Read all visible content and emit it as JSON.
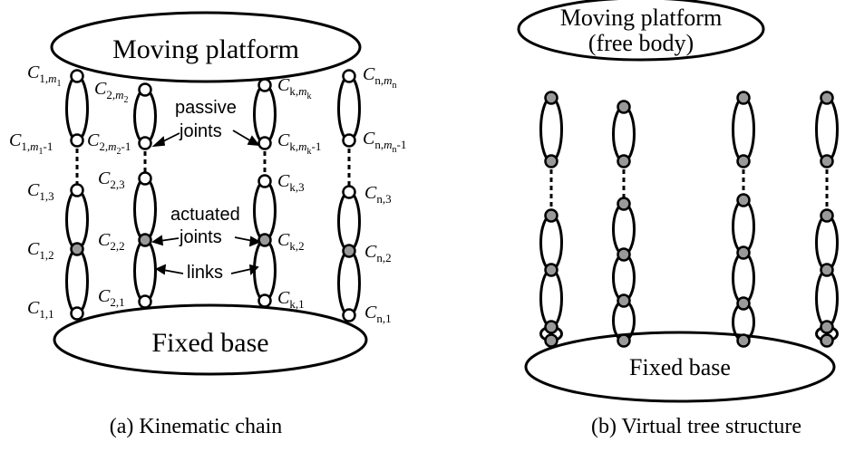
{
  "figure_a": {
    "caption": "(a) Kinematic chain",
    "top_label": "Moving platform",
    "bottom_label": "Fixed base",
    "annotations": {
      "passive_line1": "passive",
      "passive_line2": "joints",
      "actuated_line1": "actuated",
      "actuated_line2": "joints",
      "links": "links"
    },
    "joint_labels": {
      "chain1": [
        {
          "base": "C",
          "sub": "1,",
          "subsub": "m",
          "subsubsub": "1",
          "suffix": ""
        },
        {
          "base": "C",
          "sub": "1,",
          "subsub": "m",
          "subsubsub": "1",
          "suffix": "-1"
        },
        {
          "base": "C",
          "sub": "1,3",
          "subsub": "",
          "subsubsub": "",
          "suffix": ""
        },
        {
          "base": "C",
          "sub": "1,2",
          "subsub": "",
          "subsubsub": "",
          "suffix": ""
        },
        {
          "base": "C",
          "sub": "1,1",
          "subsub": "",
          "subsubsub": "",
          "suffix": ""
        }
      ],
      "chain2": [
        {
          "base": "C",
          "sub": "2,",
          "subsub": "m",
          "subsubsub": "2",
          "suffix": ""
        },
        {
          "base": "C",
          "sub": "2,",
          "subsub": "m",
          "subsubsub": "2",
          "suffix": "-1"
        },
        {
          "base": "C",
          "sub": "2,3",
          "subsub": "",
          "subsubsub": "",
          "suffix": ""
        },
        {
          "base": "C",
          "sub": "2,2",
          "subsub": "",
          "subsubsub": "",
          "suffix": ""
        },
        {
          "base": "C",
          "sub": "2,1",
          "subsub": "",
          "subsubsub": "",
          "suffix": ""
        }
      ],
      "chaink": [
        {
          "base": "C",
          "sub": "k,",
          "subsub": "m",
          "subsubsub": "k",
          "suffix": ""
        },
        {
          "base": "C",
          "sub": "k,",
          "subsub": "m",
          "subsubsub": "k",
          "suffix": "-1"
        },
        {
          "base": "C",
          "sub": "k,3",
          "subsub": "",
          "subsubsub": "",
          "suffix": ""
        },
        {
          "base": "C",
          "sub": "k,2",
          "subsub": "",
          "subsubsub": "",
          "suffix": ""
        },
        {
          "base": "C",
          "sub": "k,1",
          "subsub": "",
          "subsubsub": "",
          "suffix": ""
        }
      ],
      "chainn": [
        {
          "base": "C",
          "sub": "n,",
          "subsub": "m",
          "subsubsub": "n",
          "suffix": ""
        },
        {
          "base": "C",
          "sub": "n,",
          "subsub": "m",
          "subsubsub": "n",
          "suffix": "-1"
        },
        {
          "base": "C",
          "sub": "n,3",
          "subsub": "",
          "subsubsub": "",
          "suffix": ""
        },
        {
          "base": "C",
          "sub": "n,2",
          "subsub": "",
          "subsubsub": "",
          "suffix": ""
        },
        {
          "base": "C",
          "sub": "n,1",
          "subsub": "",
          "subsubsub": "",
          "suffix": ""
        }
      ]
    }
  },
  "figure_b": {
    "caption": "(b) Virtual tree structure",
    "top_label_line1": "Moving platform",
    "top_label_line2": "(free body)",
    "bottom_label": "Fixed base"
  },
  "colors": {
    "line": "#000000",
    "passive_joint": "#ffffff",
    "actuated_joint": "#999999",
    "background": "#ffffff"
  }
}
